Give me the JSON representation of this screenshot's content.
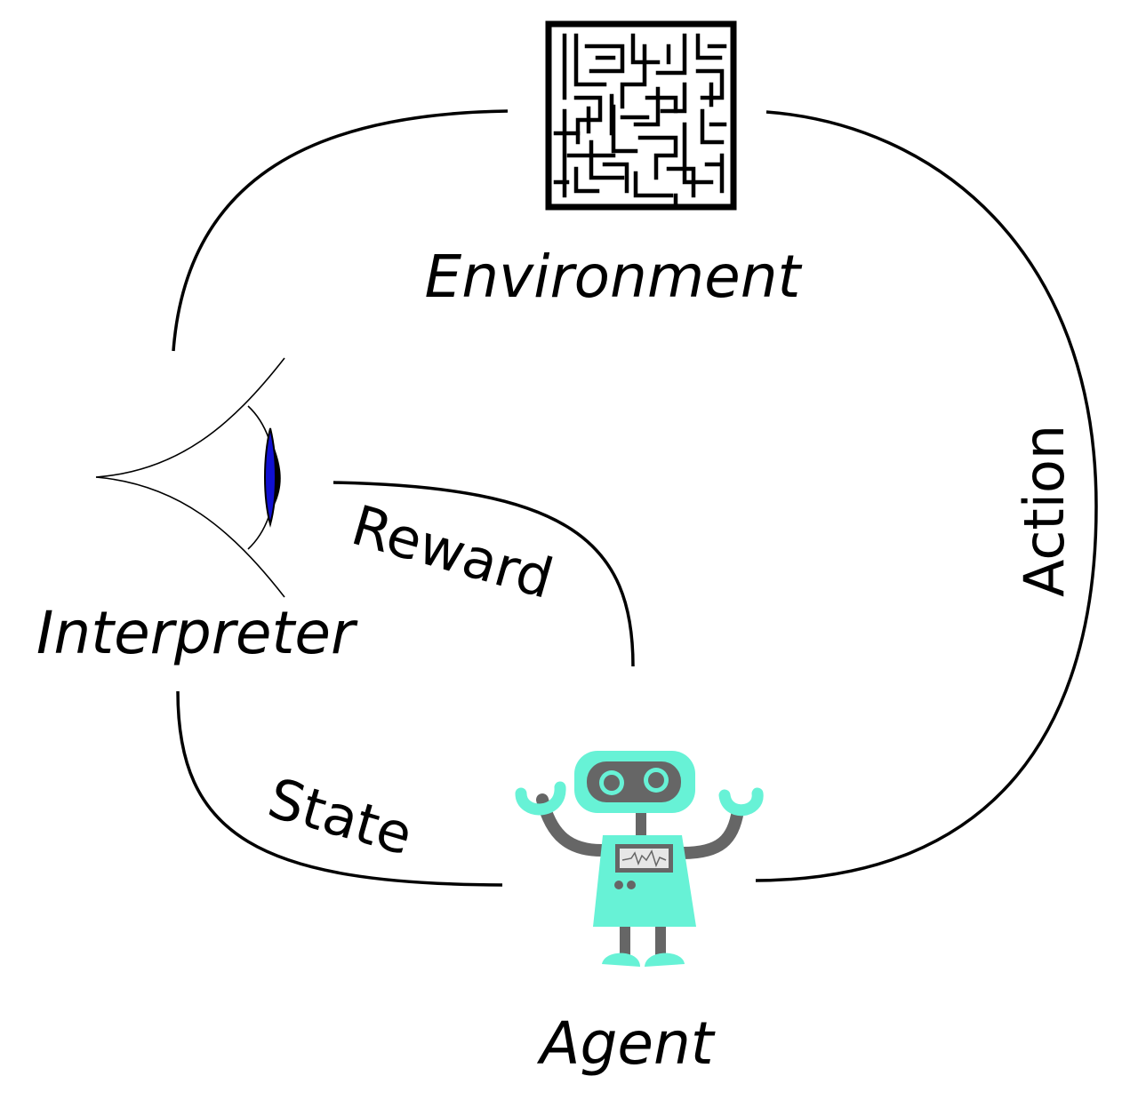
{
  "nodes": {
    "environment": {
      "label": "Environment",
      "icon": "maze-icon"
    },
    "interpreter": {
      "label": "Interpreter",
      "icon": "eye-icon"
    },
    "agent": {
      "label": "Agent",
      "icon": "robot-icon"
    }
  },
  "edges": {
    "state": {
      "label": "State"
    },
    "reward": {
      "label": "Reward"
    },
    "action": {
      "label": "Action"
    }
  },
  "colors": {
    "ink": "#000000",
    "robot_body": "#67f2d6",
    "robot_gray": "#666666",
    "iris": "#1010d0"
  }
}
